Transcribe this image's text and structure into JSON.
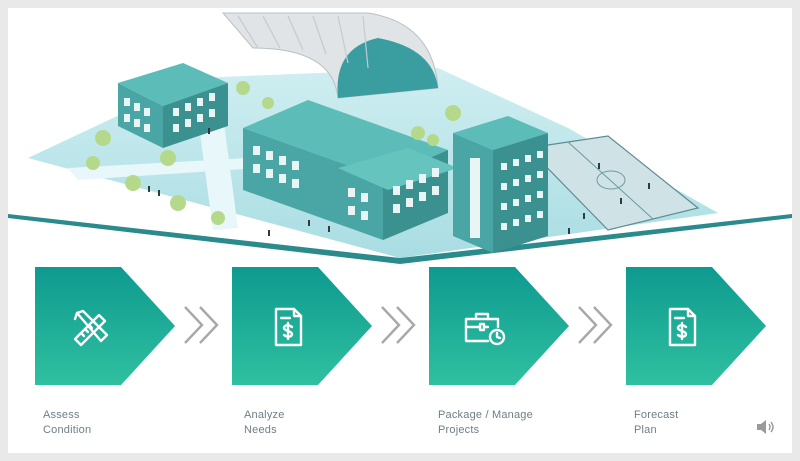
{
  "colors": {
    "teal_top": "#0e9a8f",
    "teal_bottom": "#2fc0a0",
    "arrow_grey": "#a8a8a8",
    "label_grey": "#6d7f86",
    "building_teal": "#4aa6a4",
    "building_roof": "#5cbcb8",
    "ground": "#bfe5ea",
    "tree": "#b5d98a"
  },
  "steps": [
    {
      "label": "Assess\nCondition",
      "icon": "ruler-pencil-icon"
    },
    {
      "label": "Analyze\nNeeds",
      "icon": "dollar-document-icon"
    },
    {
      "label": "Package / Manage\nProjects",
      "icon": "briefcase-clock-icon"
    },
    {
      "label": "Forecast\nPlan",
      "icon": "dollar-document-icon"
    }
  ],
  "audio": {
    "icon": "speaker-icon"
  }
}
